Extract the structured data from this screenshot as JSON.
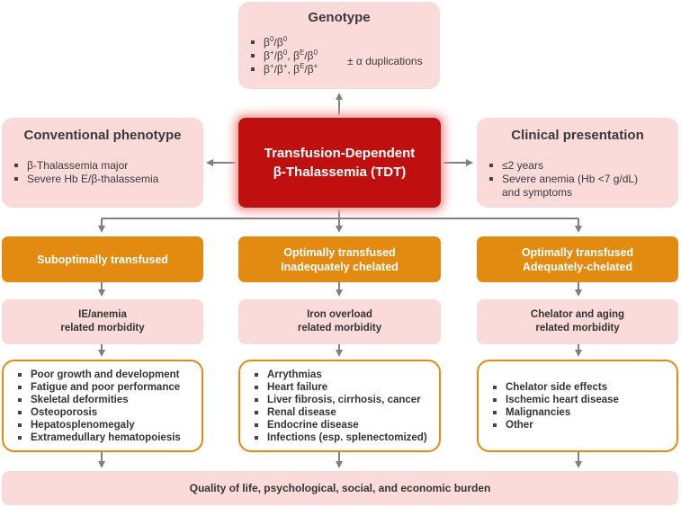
{
  "genotype": {
    "title": "Genotype",
    "items": [
      {
        "parts": [
          [
            "β",
            ""
          ],
          [
            "0",
            "sup"
          ],
          [
            "/β",
            ""
          ],
          [
            "0",
            "sup"
          ]
        ]
      },
      {
        "parts": [
          [
            "β",
            ""
          ],
          [
            "+",
            "sup"
          ],
          [
            "/β",
            ""
          ],
          [
            "0",
            "sup"
          ],
          [
            ", β",
            ""
          ],
          [
            "E",
            "sup"
          ],
          [
            "/β",
            ""
          ],
          [
            "0",
            "sup"
          ]
        ]
      },
      {
        "parts": [
          [
            "β",
            ""
          ],
          [
            "+",
            "sup"
          ],
          [
            "/β",
            ""
          ],
          [
            "+",
            "sup"
          ],
          [
            ", β",
            ""
          ],
          [
            "E",
            "sup"
          ],
          [
            "/β",
            ""
          ],
          [
            "+",
            "sup"
          ]
        ]
      }
    ],
    "bracket_note": "± α duplications"
  },
  "conventional": {
    "title": "Conventional phenotype",
    "items": [
      "β-Thalassemia major",
      "Severe Hb E/β-thalassemia"
    ]
  },
  "center": {
    "line1": "Transfusion-Dependent",
    "line2": "β-Thalassemia (TDT)"
  },
  "clinical": {
    "title": "Clinical presentation",
    "items": [
      "≤2 years",
      "Severe anemia (Hb <7 g/dL)",
      "and symptoms"
    ]
  },
  "columns": [
    {
      "header_lines": [
        "Suboptimally transfused"
      ],
      "morbidity_lines": [
        "IE/anemia",
        "related morbidity"
      ],
      "items": [
        "Poor growth and development",
        "Fatigue and poor performance",
        "Skeletal deformities",
        "Osteoporosis",
        "Hepatosplenomegaly",
        "Extramedullary hematopoiesis"
      ]
    },
    {
      "header_lines": [
        "Optimally transfused",
        "Inadequately chelated"
      ],
      "morbidity_lines": [
        "Iron overload",
        "related morbidity"
      ],
      "items": [
        "Arrythmias",
        "Heart failure",
        "Liver fibrosis, cirrhosis, cancer",
        "Renal disease",
        "Endocrine disease",
        "Infections (esp. splenectomized)"
      ]
    },
    {
      "header_lines": [
        "Optimally transfused",
        "Adequately-chelated"
      ],
      "morbidity_lines": [
        "Chelator and aging",
        "related morbidity"
      ],
      "items": [
        "Chelator side effects",
        "Ischemic heart disease",
        "Malignancies",
        "Other"
      ]
    }
  ],
  "footer": "Quality of life, psychological, social, and economic burden",
  "colors": {
    "pink": "#fbdada",
    "orange": "#e38a10",
    "red": "#c00f0f",
    "arrow": "#7f7f7f"
  }
}
